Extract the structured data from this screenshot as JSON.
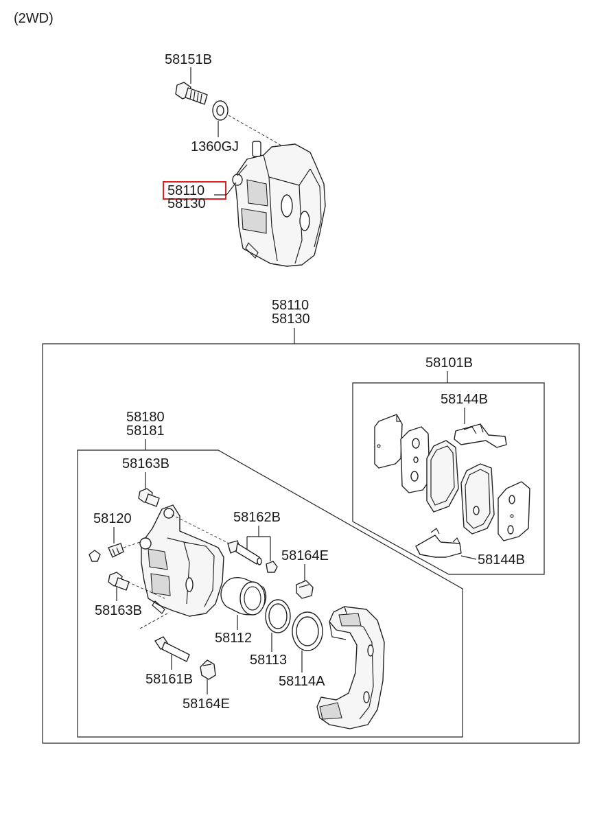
{
  "variant": "(2WD)",
  "highlight_color": "#e02020",
  "labels": {
    "bolt": "58151B",
    "washer": "1360GJ",
    "caliper_assy_a": "58110",
    "caliper_assy_b": "58130",
    "kit_header_a": "58110",
    "kit_header_b": "58130",
    "pad_kit": "58101B",
    "pad_clip_top": "58144B",
    "pad_clip_bottom": "58144B",
    "caliper_body_a": "58180",
    "caliper_body_b": "58181",
    "guide_bolt_top": "58163B",
    "bleeder": "58120",
    "guide_pin_top": "58162B",
    "boot_top": "58164E",
    "guide_bolt_bottom": "58163B",
    "piston": "58112",
    "piston_seal": "58113",
    "piston_boot": "58114A",
    "guide_pin_bottom": "58161B",
    "boot_bottom": "58164E"
  }
}
